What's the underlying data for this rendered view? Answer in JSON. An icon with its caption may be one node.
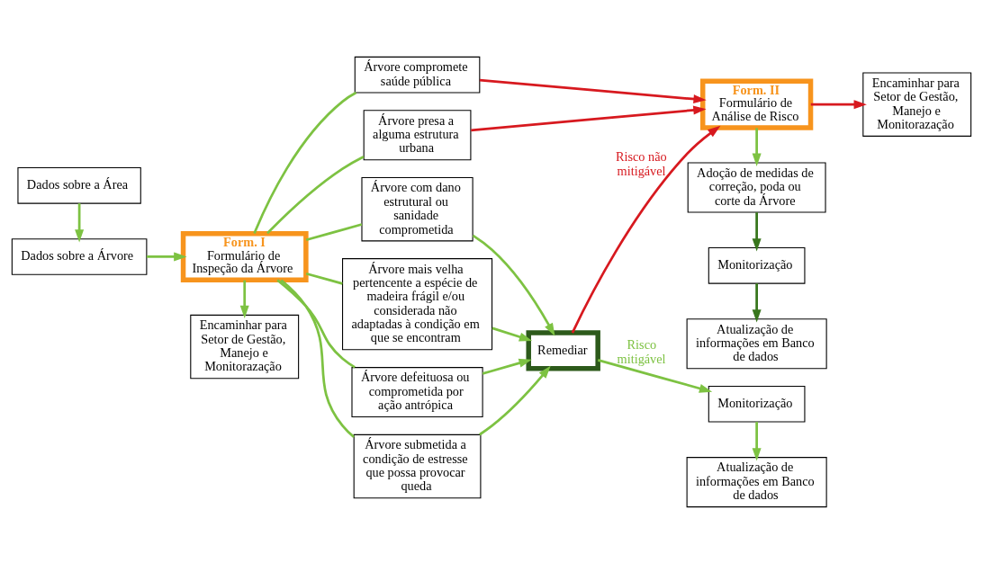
{
  "diagram": {
    "nodes": [
      {
        "text": [
          "Dados sobre a Área"
        ]
      },
      {
        "text": [
          "Dados sobre a Árvore"
        ]
      },
      {
        "text": [
          "Form. I",
          "Formulário de Inspeção da Árvore"
        ]
      },
      {
        "text": [
          "Encaminhar para Setor de Gestão, Manejo e Monitorazação"
        ]
      },
      {
        "text": [
          "Árvore compromete saúde pública"
        ]
      },
      {
        "text": [
          "Árvore presa a alguma estrutura urbana"
        ]
      },
      {
        "text": [
          "Árvore com dano estrutural ou sanidade comprometida"
        ]
      },
      {
        "text": [
          "Árvore mais velha pertencente a espécie de madeira frágil e/ou considerada não adaptadas à condição em que se encontram"
        ]
      },
      {
        "text": [
          "Árvore defeituosa ou comprometida por ação antrópica"
        ]
      },
      {
        "text": [
          "Árvore submetida a condição de estresse que possa provocar queda"
        ]
      },
      {
        "text": [
          "Remediar"
        ]
      },
      {
        "text": [
          "Monitorização"
        ]
      },
      {
        "text": [
          "Atualização de informações em Banco de dados"
        ]
      },
      {
        "text": [
          "Form. II",
          "Formulário de Análise de Risco"
        ]
      },
      {
        "text": [
          "Encaminhar para Setor de Gestão, Manejo e Monitorazação"
        ]
      },
      {
        "text": [
          "Adoção de medidas de correção, poda ou corte da Árvore"
        ]
      },
      {
        "text": [
          "Monitorização"
        ]
      },
      {
        "text": [
          "Atualização de informações em Banco de dados"
        ]
      }
    ],
    "edges": [
      {
        "from": 0,
        "to": 1,
        "arrow": "to"
      },
      {
        "from": 1,
        "to": 2,
        "arrow": "to"
      },
      {
        "from": 2,
        "to": 3,
        "arrow": "to"
      },
      {
        "from": 2,
        "to": 4,
        "arrow": "none"
      },
      {
        "from": 2,
        "to": 5,
        "arrow": "none"
      },
      {
        "from": 2,
        "to": 6,
        "arrow": "none"
      },
      {
        "from": 2,
        "to": 7,
        "arrow": "none"
      },
      {
        "from": 2,
        "to": 8,
        "arrow": "none"
      },
      {
        "from": 2,
        "to": 9,
        "arrow": "none"
      },
      {
        "from": 6,
        "to": 10,
        "arrow": "to"
      },
      {
        "from": 7,
        "to": 10,
        "arrow": "to"
      },
      {
        "from": 8,
        "to": 10,
        "arrow": "to"
      },
      {
        "from": 9,
        "to": 10,
        "arrow": "to"
      },
      {
        "from": 4,
        "to": 13,
        "arrow": "to",
        "color": "#d7191f"
      },
      {
        "from": 5,
        "to": 13,
        "arrow": "to",
        "color": "#d7191f"
      },
      {
        "from": 10,
        "to": 13,
        "arrow": "to",
        "label": "Risco não mitigável",
        "color": "#d7191f"
      },
      {
        "from": 10,
        "to": 11,
        "arrow": "to",
        "label": "Risco mitigável"
      },
      {
        "from": 11,
        "to": 12,
        "arrow": "to"
      },
      {
        "from": 13,
        "to": 14,
        "arrow": "to",
        "color": "#d7191f"
      },
      {
        "from": 13,
        "to": 15,
        "arrow": "to"
      },
      {
        "from": 15,
        "to": 16,
        "arrow": "to",
        "color": "#38761d"
      },
      {
        "from": 16,
        "to": 17,
        "arrow": "to",
        "color": "#38761d"
      }
    ]
  }
}
